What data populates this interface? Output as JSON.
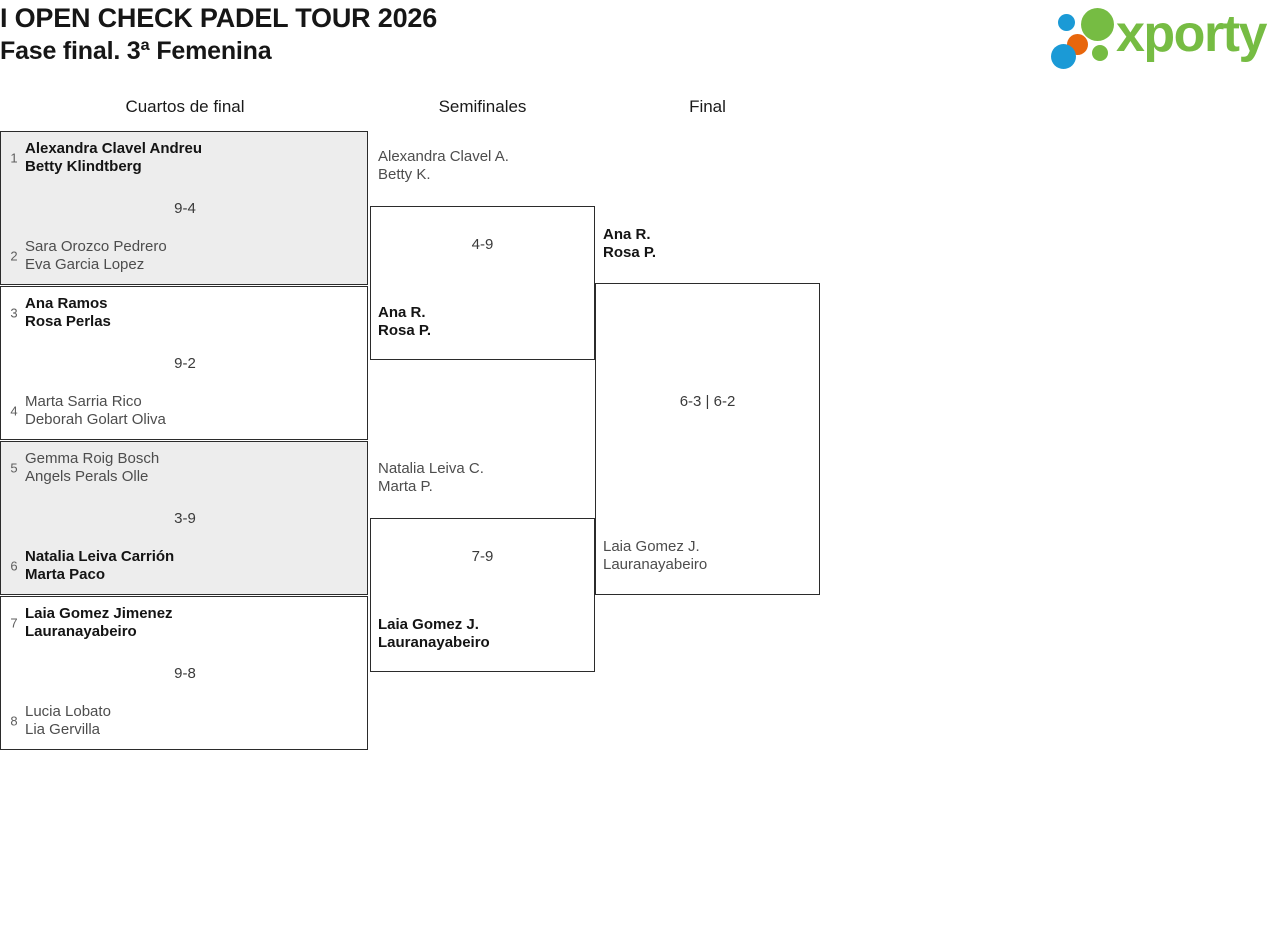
{
  "header": {
    "title_line1": "I OPEN CHECK PADEL TOUR 2026",
    "title_line2": "Fase final. 3ª Femenina",
    "logo_text": "xporty",
    "logo_colors": {
      "green": "#76bc43",
      "blue": "#1b9ad6",
      "orange": "#e8660c"
    }
  },
  "rounds": {
    "quarterfinals_label": "Cuartos de final",
    "semifinals_label": "Semifinales",
    "final_label": "Final"
  },
  "quarterfinals": [
    {
      "score": "9-4",
      "top": {
        "seed": "1",
        "player1": "Alexandra Clavel Andreu",
        "player2": "Betty Klindtberg"
      },
      "bottom": {
        "seed": "2",
        "player1": "Sara Orozco Pedrero",
        "player2": "Eva Garcia Lopez"
      }
    },
    {
      "score": "9-2",
      "top": {
        "seed": "3",
        "player1": "Ana Ramos",
        "player2": "Rosa Perlas"
      },
      "bottom": {
        "seed": "4",
        "player1": "Marta Sarria Rico",
        "player2": "Deborah Golart Oliva"
      }
    },
    {
      "score": "3-9",
      "top": {
        "seed": "5",
        "player1": "Gemma Roig Bosch",
        "player2": "Angels Perals Olle"
      },
      "bottom": {
        "seed": "6",
        "player1": "Natalia Leiva Carrión",
        "player2": "Marta Paco"
      }
    },
    {
      "score": "9-8",
      "top": {
        "seed": "7",
        "player1": "Laia Gomez Jimenez",
        "player2": "Lauranayabeiro"
      },
      "bottom": {
        "seed": "8",
        "player1": "Lucia Lobato",
        "player2": "Lia Gervilla"
      }
    }
  ],
  "semifinals": [
    {
      "score": "4-9",
      "top": {
        "player1": "Alexandra Clavel A.",
        "player2": "Betty K."
      },
      "bottom": {
        "player1": "Ana R.",
        "player2": "Rosa P."
      }
    },
    {
      "score": "7-9",
      "top": {
        "player1": "Natalia Leiva C.",
        "player2": "Marta P."
      },
      "bottom": {
        "player1": "Laia Gomez J.",
        "player2": "Lauranayabeiro"
      }
    }
  ],
  "final": {
    "score": "6-3 | 6-2",
    "top": {
      "player1": "Ana R.",
      "player2": "Rosa P."
    },
    "bottom": {
      "player1": "Laia Gomez J.",
      "player2": "Lauranayabeiro"
    }
  }
}
